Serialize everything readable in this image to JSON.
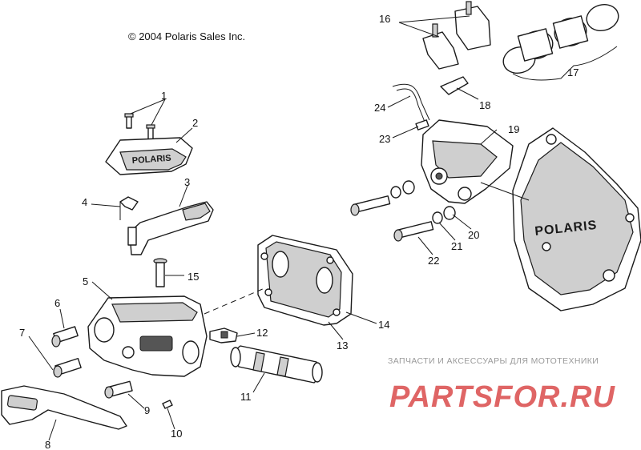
{
  "copyright": "© 2004 Polaris Sales Inc.",
  "cover_logo": "POLARIS",
  "colors": {
    "ink": "#1a1a1a",
    "watermark_red": "#d94a4a",
    "watermark_gray": "#9a9a9a"
  },
  "callouts": [
    {
      "id": "1",
      "part": "screws"
    },
    {
      "id": "2",
      "part": "reservoir-cover"
    },
    {
      "id": "3",
      "part": "brake-lever-arm"
    },
    {
      "id": "4",
      "part": "spring"
    },
    {
      "id": "5",
      "part": "master-cylinder-body"
    },
    {
      "id": "6",
      "part": "bolt"
    },
    {
      "id": "7",
      "part": "bolt"
    },
    {
      "id": "8",
      "part": "handle-lever"
    },
    {
      "id": "9",
      "part": "bolt"
    },
    {
      "id": "10",
      "part": "clip"
    },
    {
      "id": "11",
      "part": "piston"
    },
    {
      "id": "12",
      "part": "bracket"
    },
    {
      "id": "13",
      "part": "housing-cover"
    },
    {
      "id": "14",
      "part": "gasket"
    },
    {
      "id": "15",
      "part": "pin"
    },
    {
      "id": "16",
      "part": "brake-pads"
    },
    {
      "id": "17",
      "part": "piston-seals"
    },
    {
      "id": "18",
      "part": "pad-spring-clip"
    },
    {
      "id": "19",
      "part": "caliper"
    },
    {
      "id": "20",
      "part": "washer"
    },
    {
      "id": "21",
      "part": "washer"
    },
    {
      "id": "22",
      "part": "bolt"
    },
    {
      "id": "23",
      "part": "bleeder-screw"
    },
    {
      "id": "24",
      "part": "brake-line"
    }
  ],
  "watermark": {
    "tagline": "ЗАПЧАСТИ И АКСЕССУАРЫ ДЛЯ МОТОТЕХНИКИ",
    "logo": "PARTSFOR.RU"
  }
}
